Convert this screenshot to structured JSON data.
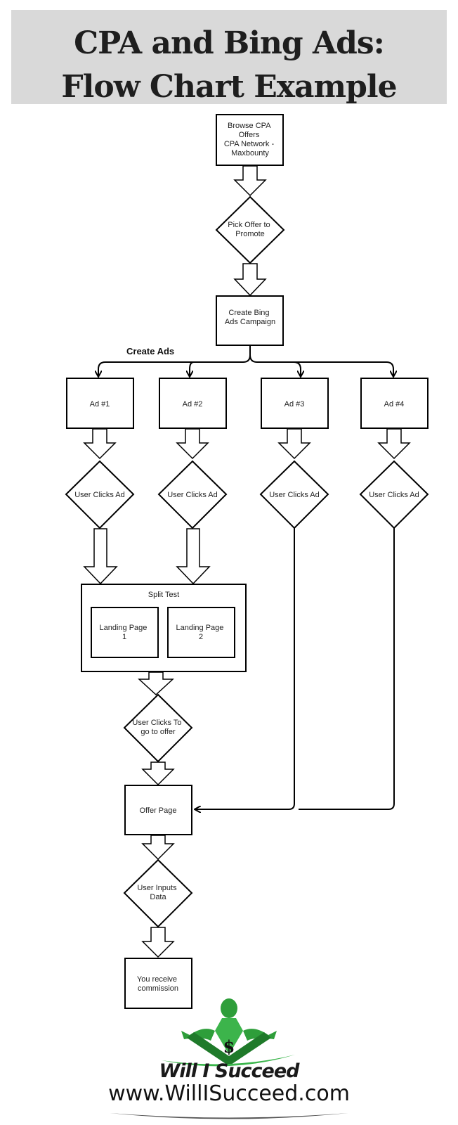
{
  "header": {
    "title_line1": "CPA and Bing Ads:",
    "title_line2": "Flow Chart Example"
  },
  "nodes": {
    "browse": [
      "Browse CPA",
      "Offers",
      "CPA Network -",
      "Maxbounty"
    ],
    "pick": [
      "Pick Offer to",
      "Promote"
    ],
    "create_campaign": [
      "Create Bing",
      "Ads Campaign"
    ],
    "create_ads_label": "Create Ads",
    "ads": [
      "Ad #1",
      "Ad #2",
      "Ad #3",
      "Ad #4"
    ],
    "user_clicks_ad": "User Clicks Ad",
    "split_test": "Split Test",
    "landing1": [
      "Landing Page",
      "1"
    ],
    "landing2": [
      "Landing Page",
      "2"
    ],
    "user_clicks_to": [
      "User Clicks To",
      "go to offer"
    ],
    "offer_page": "Offer Page",
    "user_inputs": [
      "User Inputs",
      "Data"
    ],
    "commission": [
      "You receive",
      "commission"
    ]
  },
  "logo": {
    "text": "Will I Succeed",
    "symbol": "$",
    "colors": {
      "green": "#39b54a",
      "dark_green": "#1f7a2a"
    }
  },
  "footer": {
    "url": "www.WillISucceed.com"
  }
}
